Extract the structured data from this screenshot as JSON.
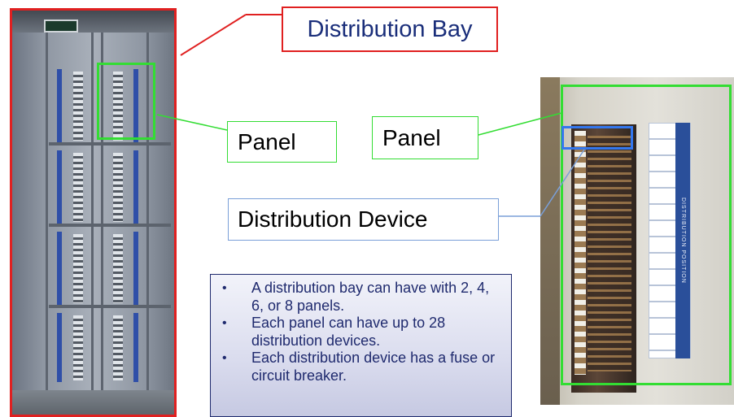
{
  "callouts": {
    "distribution_bay": "Distribution Bay",
    "panel_left": "Panel",
    "panel_right": "Panel",
    "distribution_device": "Distribution Device"
  },
  "info": {
    "bullets": [
      "A distribution  bay can have with 2, 4, 6, or 8 panels.",
      "Each panel can have up to 28 distribution devices.",
      "Each distribution  device has a fuse or circuit breaker."
    ]
  },
  "photo_right": {
    "strip_label": "DISTRIBUTION POSITION"
  },
  "colors": {
    "bay_outline": "#e02020",
    "panel_outline": "#33dd33",
    "device_outline": "#3377ee",
    "text_navy": "#1a2e7a"
  }
}
